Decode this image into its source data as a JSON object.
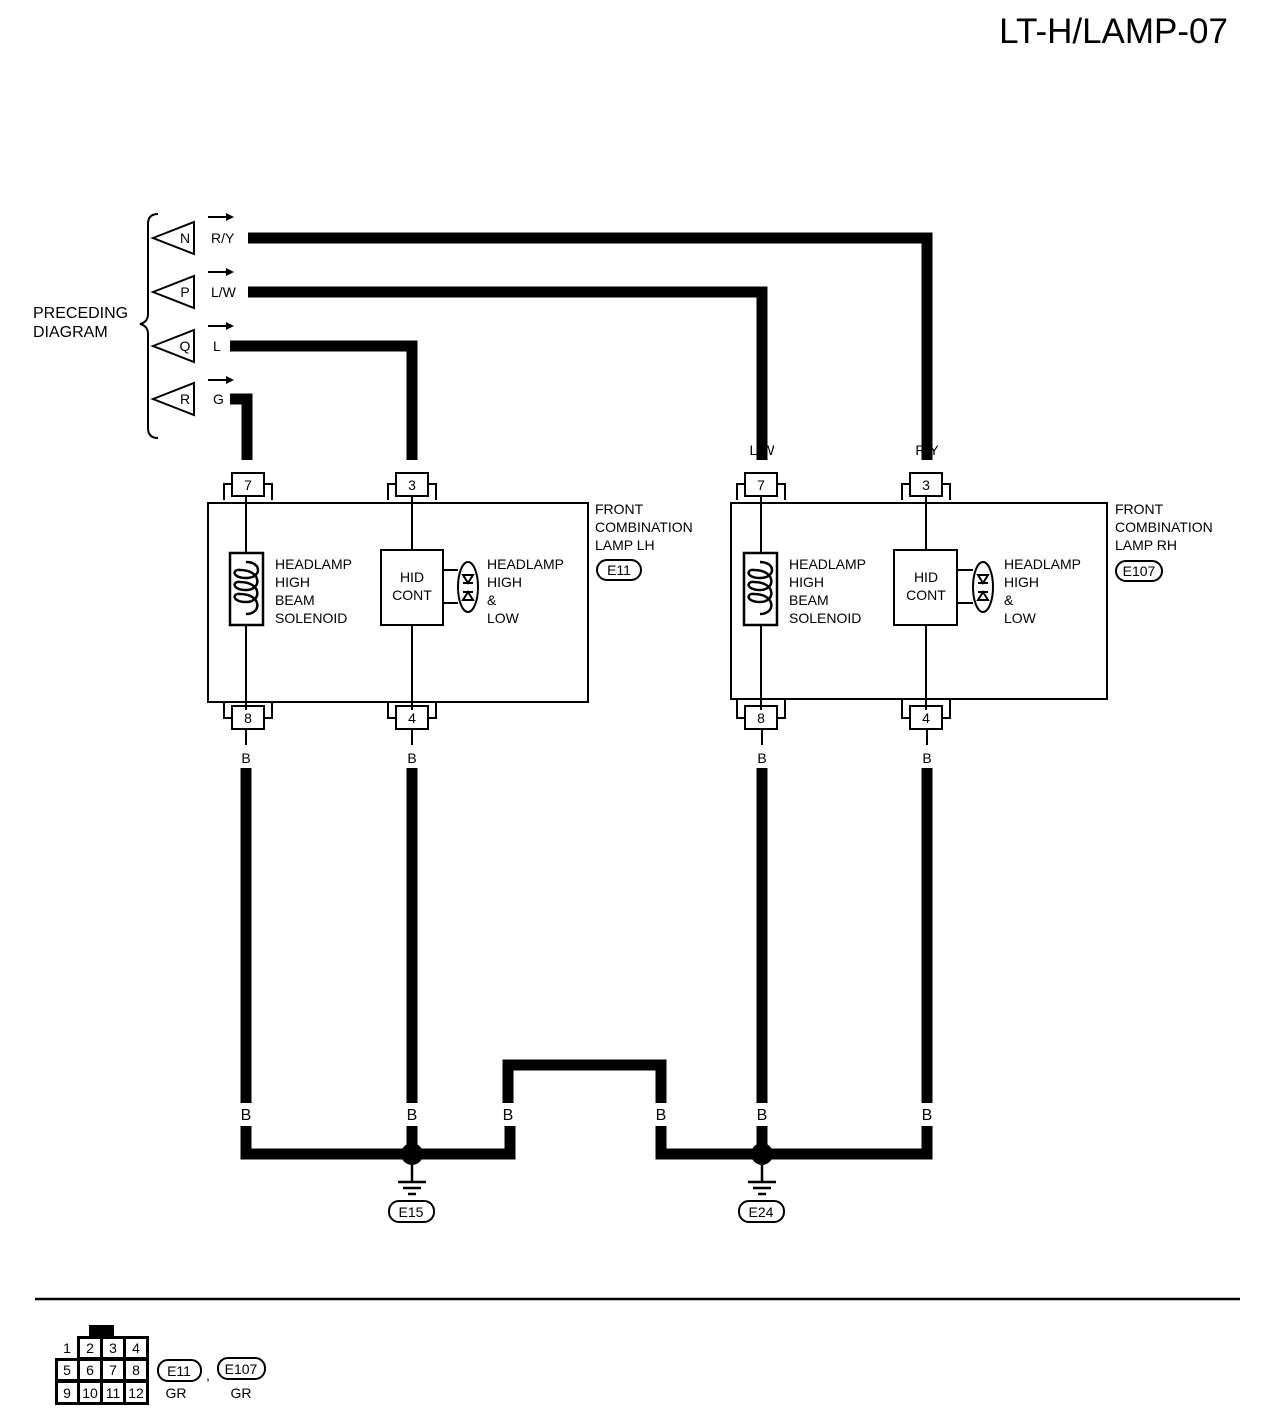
{
  "page_title": "LT-H/LAMP-07",
  "preceding_diagram": {
    "label_line1": "PRECEDING",
    "label_line2": "DIAGRAM"
  },
  "flags": [
    {
      "letter": "N",
      "wire": "R/Y"
    },
    {
      "letter": "P",
      "wire": "L/W"
    },
    {
      "letter": "Q",
      "wire": "L"
    },
    {
      "letter": "R",
      "wire": "G"
    }
  ],
  "lamp_lh": {
    "title_line1": "FRONT",
    "title_line2": "COMBINATION",
    "title_line3": "LAMP LH",
    "connector": "E11",
    "pin_top_left": "7",
    "pin_top_right": "3",
    "pin_bottom_left": "8",
    "pin_bottom_right": "4",
    "wire_top_left": "G",
    "wire_top_right": "L",
    "wire_bottom_left": "B",
    "wire_bottom_right": "B",
    "solenoid_lines": [
      "HEADLAMP",
      "HIGH",
      "BEAM",
      "SOLENOID"
    ],
    "hid_lines": [
      "HID",
      "CONT"
    ],
    "headlamp_lines": [
      "HEADLAMP",
      "HIGH",
      "&",
      "LOW"
    ]
  },
  "lamp_rh": {
    "title_line1": "FRONT",
    "title_line2": "COMBINATION",
    "title_line3": "LAMP RH",
    "connector": "E107",
    "pin_top_left": "7",
    "pin_top_right": "3",
    "pin_bottom_left": "8",
    "pin_bottom_right": "4",
    "wire_top_left": "L/W",
    "wire_top_right": "R/Y",
    "wire_bottom_left": "B",
    "wire_bottom_right": "B",
    "solenoid_lines": [
      "HEADLAMP",
      "HIGH",
      "BEAM",
      "SOLENOID"
    ],
    "hid_lines": [
      "HID",
      "CONT"
    ],
    "headlamp_lines": [
      "HEADLAMP",
      "HIGH",
      "&",
      "LOW"
    ]
  },
  "ground_wires": {
    "w1": "B",
    "w2": "B",
    "w3": "B",
    "w4": "B",
    "w5": "B",
    "w6": "B"
  },
  "grounds": [
    {
      "id": "E15"
    },
    {
      "id": "E24"
    }
  ],
  "connector_legend": {
    "pins": [
      "1",
      "2",
      "3",
      "4",
      "5",
      "6",
      "7",
      "8",
      "9",
      "10",
      "11",
      "12"
    ],
    "connectors": [
      {
        "id": "E11",
        "color": "GR"
      },
      {
        "id": "E107",
        "color": "GR"
      }
    ],
    "separator": ","
  }
}
